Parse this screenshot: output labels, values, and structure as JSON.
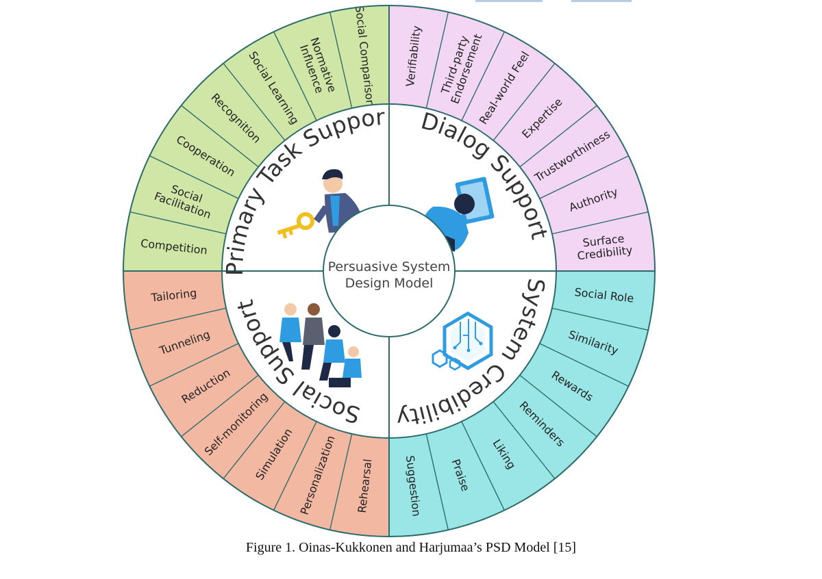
{
  "center": {
    "line1": "Persuasive System",
    "line2": "Design Model"
  },
  "caption": "Figure 1. Oinas-Kukkonen and Harjumaa’s PSD Model [15]",
  "colors": {
    "primary_task": "#f2b8a2",
    "dialog": "#9ae6e6",
    "credibility": "#f2d6f4",
    "social": "#cfe6a6",
    "line": "#2d6b6b",
    "figure_blue": "#2f9be0"
  },
  "quadrants": [
    {
      "key": "primary_task",
      "title": "Primary Task Support",
      "icon": "person-with-key-icon",
      "labels": [
        [
          "Tailoring"
        ],
        [
          "Tunneling"
        ],
        [
          "Reduction"
        ],
        [
          "Self-monitoring"
        ],
        [
          "Simulation"
        ],
        [
          "Personalization"
        ],
        [
          "Rehearsal"
        ]
      ]
    },
    {
      "key": "dialog",
      "title": "Dialog Support",
      "icon": "person-at-computer-icon",
      "labels": [
        [
          "Suggestion"
        ],
        [
          "Praise"
        ],
        [
          "Liking"
        ],
        [
          "Reminders"
        ],
        [
          "Rewards"
        ],
        [
          "Similarity"
        ],
        [
          "Social Role"
        ]
      ]
    },
    {
      "key": "credibility",
      "title": "System Credibility",
      "icon": "hexagon-circuit-icon",
      "labels": [
        [
          "Surface",
          "Credibility"
        ],
        [
          "Authority"
        ],
        [
          "Trustworthiness"
        ],
        [
          "Expertise"
        ],
        [
          "Real-world Feel"
        ],
        [
          "Third-party",
          "Endorsement"
        ],
        [
          "Verifiability"
        ]
      ]
    },
    {
      "key": "social",
      "title": "Social Support",
      "icon": "group-of-people-icon",
      "labels": [
        [
          "Social Comparison"
        ],
        [
          "Normative",
          "Influence"
        ],
        [
          "Social Learning"
        ],
        [
          "Recognition"
        ],
        [
          "Cooperation"
        ],
        [
          "Social",
          "Facilitation"
        ],
        [
          "Competition"
        ]
      ]
    }
  ]
}
